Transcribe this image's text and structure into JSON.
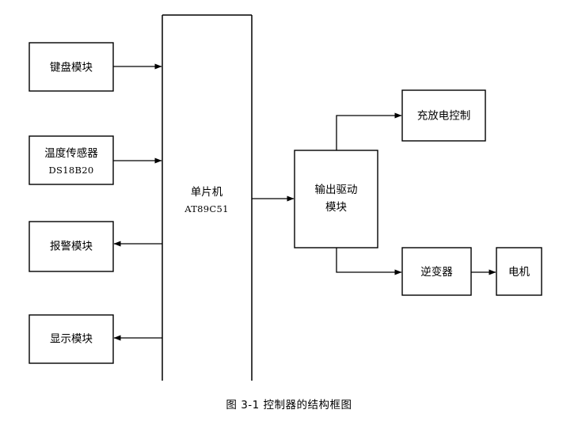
{
  "diagram": {
    "title": "图 3-1 控制器的结构框图",
    "caption": "图 3-1 控制器的结构框图",
    "background_color": "#ffffff",
    "line_color": "#000000",
    "blocks": {
      "keyboard": {
        "label": "键盘模块"
      },
      "temp_sensor": {
        "label_line1": "温度传感器",
        "label_line2": "DS18B20"
      },
      "alarm": {
        "label": "报警模块"
      },
      "display": {
        "label": "显示模块"
      },
      "mcu": {
        "label_line1": "单片机",
        "label_line2": "AT89C51"
      },
      "output_driver": {
        "label_line1": "输出驱动",
        "label_line2": "模块"
      },
      "charge_control": {
        "label": "充放电控制"
      },
      "inverter": {
        "label": "逆变器"
      },
      "motor": {
        "label": "电机"
      }
    },
    "connections": [
      {
        "from": "keyboard",
        "to": "mcu",
        "direction": "right"
      },
      {
        "from": "temp_sensor",
        "to": "mcu",
        "direction": "right"
      },
      {
        "from": "mcu",
        "to": "alarm",
        "direction": "left"
      },
      {
        "from": "mcu",
        "to": "display",
        "direction": "left"
      },
      {
        "from": "mcu",
        "to": "output_driver",
        "direction": "right"
      },
      {
        "from": "output_driver",
        "to": "charge_control",
        "direction": "up-right"
      },
      {
        "from": "output_driver",
        "to": "inverter",
        "direction": "down-right"
      },
      {
        "from": "inverter",
        "to": "motor",
        "direction": "right"
      }
    ]
  }
}
